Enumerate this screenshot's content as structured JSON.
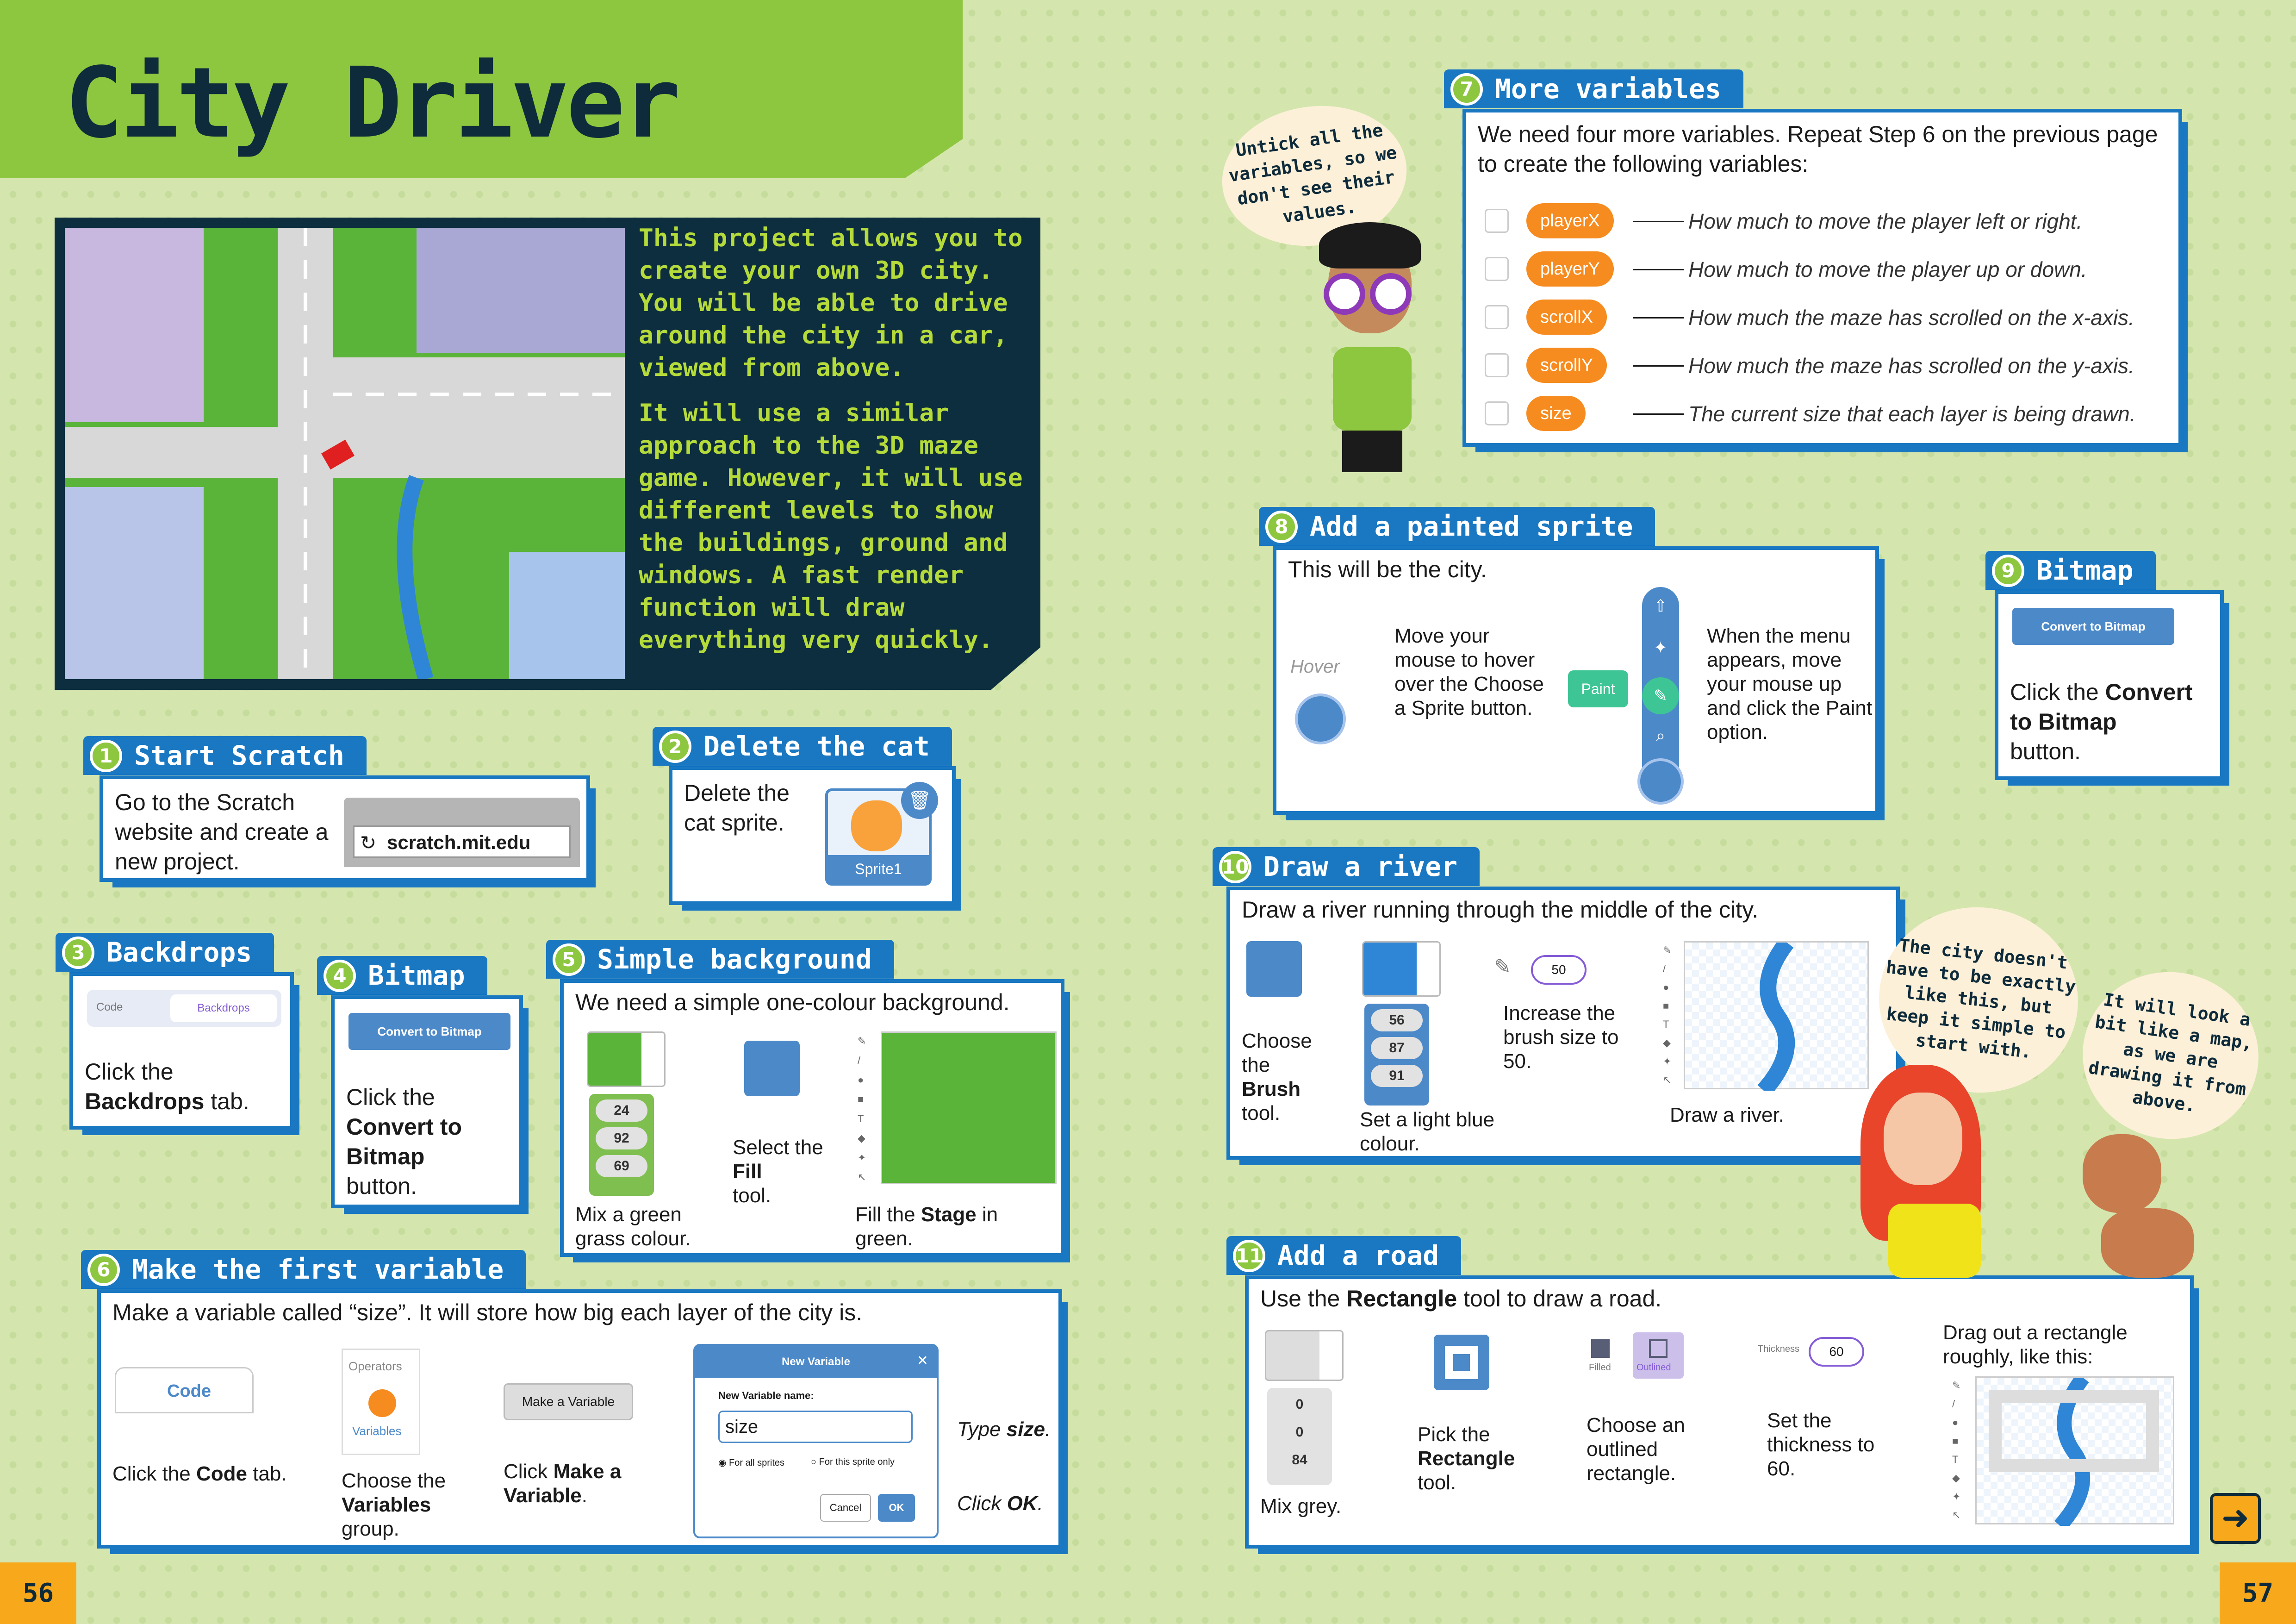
{
  "title": "City Driver",
  "intro": {
    "p1": "This project allows you to create your own 3D city. You will be able to drive around the city in a car, viewed from above.",
    "p2": "It will use a similar approach to the 3D maze game. However, it will use different levels to show the buildings, ground and windows. A fast render function will draw everything very quickly."
  },
  "step1": {
    "num": "1",
    "title": "Start Scratch",
    "text": "Go to the Scratch website and create a new project.",
    "url": "scratch.mit.edu"
  },
  "step2": {
    "num": "2",
    "title": "Delete the cat",
    "text": "Delete the cat sprite.",
    "sprite": "Sprite1"
  },
  "step3": {
    "num": "3",
    "title": "Backdrops",
    "tab_code": "Code",
    "tab_backdrops": "Backdrops",
    "caption_pre": "Click the",
    "caption_bold": "Backdrops",
    "caption_post": "tab."
  },
  "step4": {
    "num": "4",
    "title": "Bitmap",
    "button": "Convert to Bitmap",
    "caption_pre": "Click the",
    "caption_bold": "Convert to Bitmap",
    "caption_post": "button."
  },
  "step5": {
    "num": "5",
    "title": "Simple background",
    "text": "We need a simple one-colour background.",
    "values": [
      "24",
      "92",
      "69"
    ],
    "cap1": "Mix a green grass colour.",
    "cap2_pre": "Select the",
    "cap2_bold": "Fill",
    "cap2_post": "tool.",
    "cap3_pre": "Fill the",
    "cap3_bold": "Stage",
    "cap3_post": "in green."
  },
  "step6": {
    "num": "6",
    "title": "Make the first variable",
    "text": "Make a variable called “size”. It will store how big each layer of the city is.",
    "code_tab": "Code",
    "cap1_pre": "Click the",
    "cap1_bold": "Code",
    "cap1_post": "tab.",
    "operators": "Operators",
    "variables": "Variables",
    "cap2_pre": "Choose the",
    "cap2_bold": "Variables",
    "cap2_post": "group.",
    "make_var": "Make a Variable",
    "cap3_pre": "Click",
    "cap3_bold": "Make a Variable",
    "cap3_post": ".",
    "dialog_title": "New Variable",
    "dialog_label": "New Variable name:",
    "dialog_value": "size",
    "opt1": "For all sprites",
    "opt2": "For this sprite only",
    "cancel": "Cancel",
    "ok": "OK",
    "type_pre": "Type",
    "type_bold": "size",
    "type_post": ".",
    "click_pre": "Click",
    "click_bold": "OK",
    "click_post": "."
  },
  "step7": {
    "num": "7",
    "title": "More variables",
    "text": "We need four more variables. Repeat Step 6 on the previous page to create the following variables:",
    "vars": [
      {
        "name": "playerX",
        "desc": "How much to move the player left or right."
      },
      {
        "name": "playerY",
        "desc": "How much to move the player up or down."
      },
      {
        "name": "scrollX",
        "desc": "How much the maze has scrolled on the x-axis."
      },
      {
        "name": "scrollY",
        "desc": "How much the maze has scrolled on the y-axis."
      },
      {
        "name": "size",
        "desc": "The current size that each layer is being drawn."
      }
    ]
  },
  "step8": {
    "num": "8",
    "title": "Add a painted sprite",
    "text": "This will be the city.",
    "hover": "Hover",
    "paint": "Paint",
    "left": "Move your mouse to hover over the Choose a Sprite button.",
    "right": "When the menu appears, move your mouse up and click the Paint option."
  },
  "step9": {
    "num": "9",
    "title": "Bitmap",
    "button": "Convert to Bitmap",
    "caption_pre": "Click the",
    "caption_bold": "Convert to Bitmap",
    "caption_post": "button."
  },
  "step10": {
    "num": "10",
    "title": "Draw a river",
    "text": "Draw a river running through the middle of the city.",
    "cap1_pre": "Choose the",
    "cap1_bold": "Brush",
    "cap1_post": "tool.",
    "values": [
      "56",
      "87",
      "91"
    ],
    "cap2": "Set a light blue colour.",
    "brush_size": "50",
    "cap3": "Increase the brush size to 50.",
    "cap4": "Draw a river."
  },
  "step11": {
    "num": "11",
    "title": "Add a road",
    "text_pre": "Use the",
    "text_bold": "Rectangle",
    "text_post": "tool to draw a road.",
    "values": [
      "0",
      "0",
      "84"
    ],
    "cap1": "Mix grey.",
    "cap2_pre": "Pick the",
    "cap2_bold": "Rectangle",
    "cap2_post": "tool.",
    "filled": "Filled",
    "outlined": "Outlined",
    "cap3": "Choose an outlined rectangle.",
    "thickness_label": "Thickness",
    "thickness": "60",
    "cap4": "Set the thickness to 60.",
    "cap5": "Drag out a rectangle roughly, like this:"
  },
  "bubbles": {
    "b1": "Untick all the variables, so we don't see their values.",
    "b2": "The city doesn't have to be exactly like this, but keep it simple to start with.",
    "b3": "It will look a bit like a map, as we are drawing it from above."
  },
  "page_left": "56",
  "page_right": "57",
  "colors": {
    "accent": "#1a78c2",
    "green": "#8dc63f",
    "orange": "#f68b1f",
    "navy": "#0e2b3b"
  }
}
